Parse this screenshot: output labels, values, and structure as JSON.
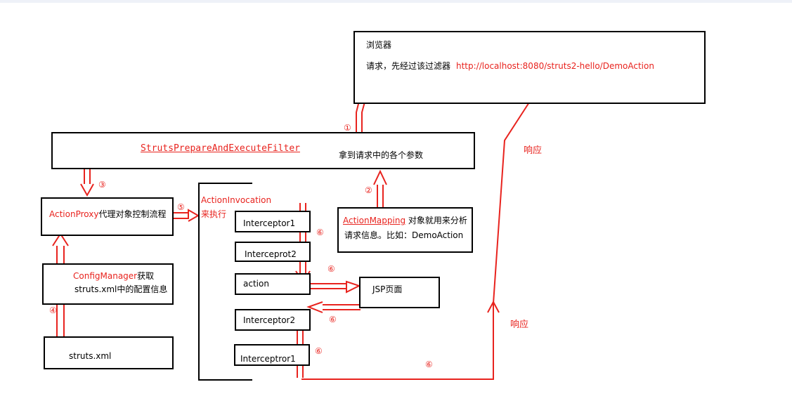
{
  "browser": {
    "title": "浏览器",
    "request_label": "请求，先经过该过滤器",
    "url": "http://localhost:8080/struts2-hello/DemoAction"
  },
  "filter": {
    "name": "StrutsPrepareAndExecuteFilter",
    "note": "拿到请求中的各个参数"
  },
  "action_proxy": {
    "name": "ActionProxy",
    "desc": "代理对象控制流程"
  },
  "config_manager": {
    "name": "ConfigManager",
    "desc1": "获取",
    "desc2": "struts.xml中的配置信息"
  },
  "struts_xml": {
    "label": "struts.xml"
  },
  "action_invocation": {
    "name": "ActionInvocation",
    "desc": "来执行"
  },
  "interceptors": [
    "Interceptor1",
    "Interceprot2",
    "action",
    "Interceptor2",
    "Interceptror1"
  ],
  "action_mapping": {
    "name": "ActionMapping",
    "desc1": "对象就用来分析",
    "desc2": "请求信息。比如：DemoAction"
  },
  "jsp": {
    "label": "JSP页面"
  },
  "response_labels": [
    "响应",
    "响应"
  ],
  "steps": {
    "s1": "①",
    "s2": "②",
    "s3": "③",
    "s4": "④",
    "s5": "⑤",
    "s6a": "⑥",
    "s6b": "⑥",
    "s6c": "⑥",
    "s6d": "⑥",
    "s6e": "⑥"
  },
  "colors": {
    "arrow": "#e8231e",
    "border": "#000000"
  }
}
